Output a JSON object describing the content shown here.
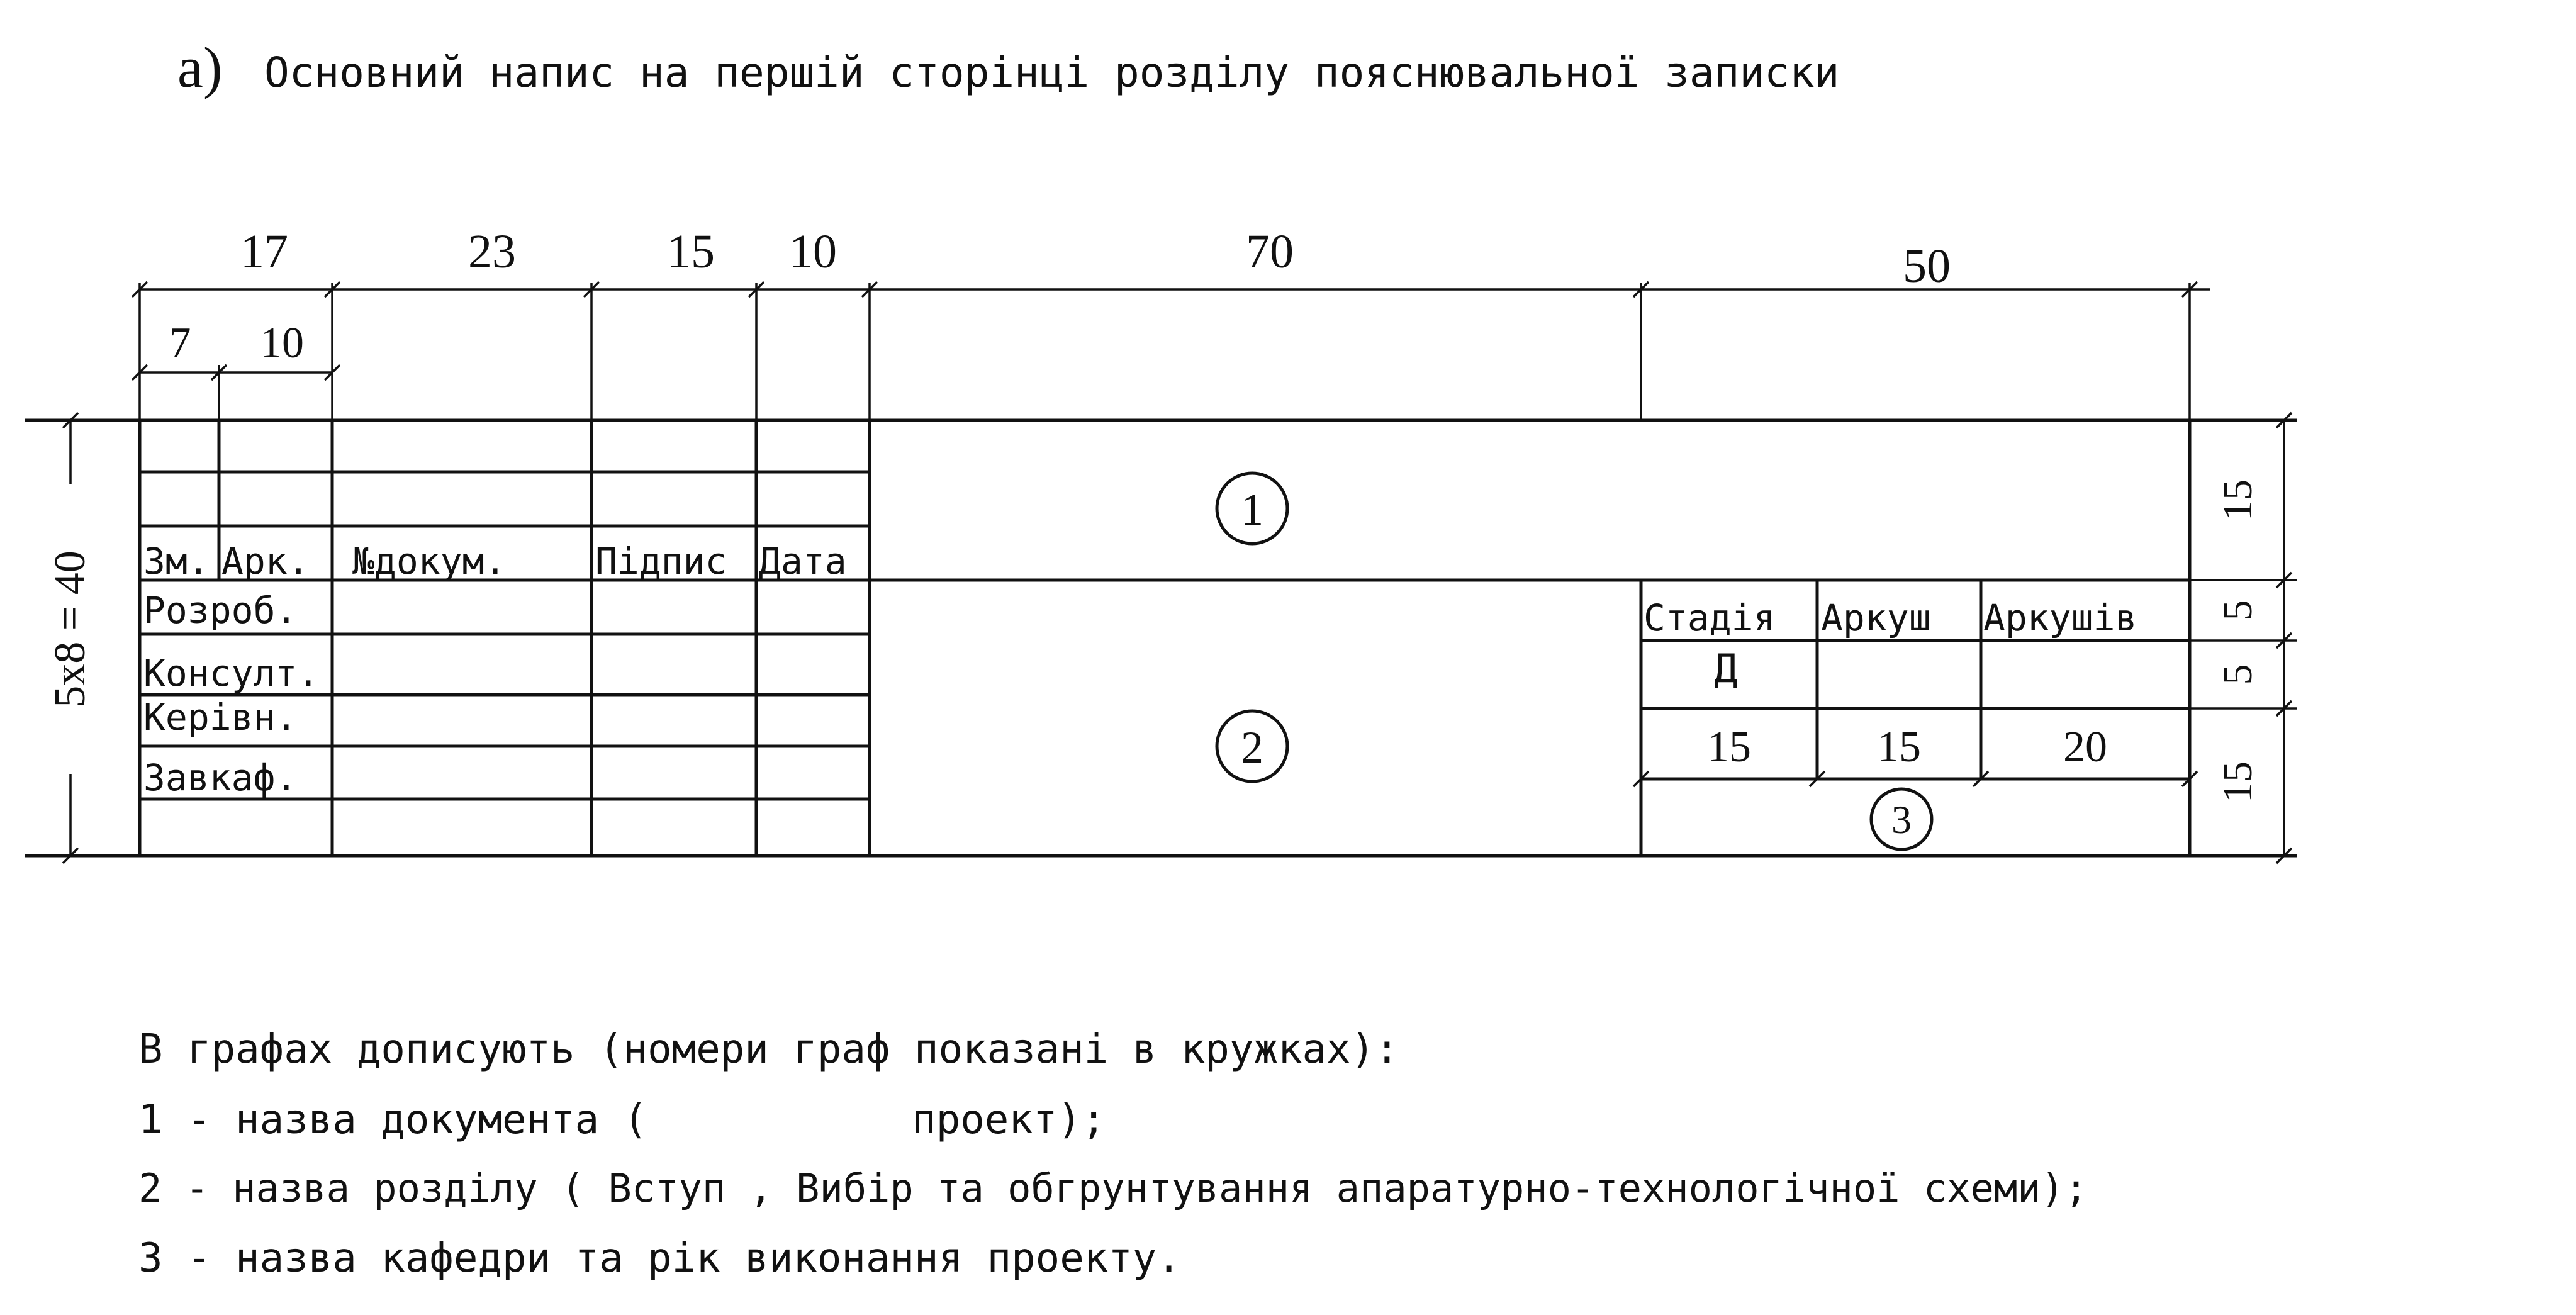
{
  "heading": {
    "marker": "a)",
    "text": "Основний напис  на першій сторінці розділу пояснювальної записки"
  },
  "dimensions": {
    "top": {
      "c1": "17",
      "c1a": "7",
      "c1b": "10",
      "c2": "23",
      "c3": "15",
      "c4": "10",
      "c5": "70",
      "c6": "50"
    },
    "left_total": "5x8 = 40",
    "right": [
      "15",
      "5",
      "5",
      "15"
    ],
    "stage_cols": [
      "15",
      "15",
      "20"
    ]
  },
  "table": {
    "header": {
      "zm": "Зм.",
      "ark": "Арк.",
      "ndokum": "№докум.",
      "pidpys": "Підпис",
      "data": "Дата"
    },
    "rows": [
      "Розроб.",
      "Консулт.",
      "Керівн.",
      "Завкаф."
    ],
    "stage": {
      "stadiia": "Стадія",
      "arkush": "Аркуш",
      "arkushiv": "Аркушів",
      "stage_value": "Д"
    },
    "circles": {
      "c1": "1",
      "c2": "2",
      "c3": "3"
    }
  },
  "notes": {
    "intro": "В  графах дописують (номери граф показані в кружках):",
    "n1_a": "1 - назва документа (",
    "n1_b": "проект);",
    "n2": "2 - назва розділу ( Вступ , Вибір та обгрунтування апаратурно-технологічної схеми);",
    "n3": "3 - назва кафедри та рік виконання проекту."
  }
}
